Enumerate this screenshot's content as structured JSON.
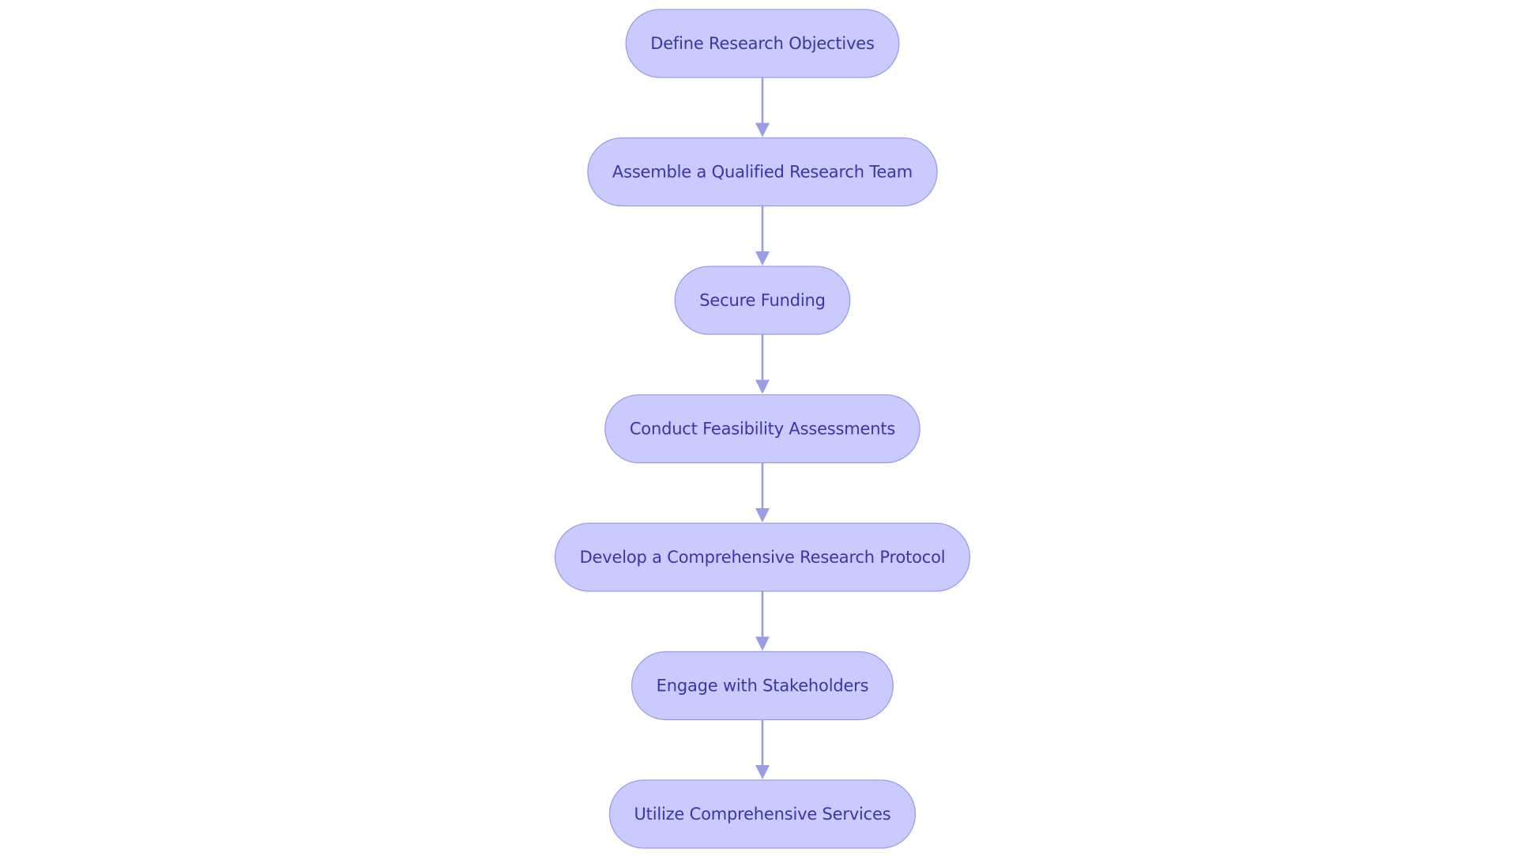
{
  "diagram": {
    "type": "flowchart",
    "direction": "top-to-bottom",
    "colors": {
      "node_fill": "#c9cbff",
      "node_stroke": "#9a9de6",
      "node_text": "#3b35a6",
      "edge": "#9a9de6",
      "background": "#ffffff"
    },
    "nodes": [
      {
        "id": "n1",
        "label": "Define Research Objectives"
      },
      {
        "id": "n2",
        "label": "Assemble a Qualified Research Team"
      },
      {
        "id": "n3",
        "label": "Secure Funding"
      },
      {
        "id": "n4",
        "label": "Conduct Feasibility Assessments"
      },
      {
        "id": "n5",
        "label": "Develop a Comprehensive Research Protocol"
      },
      {
        "id": "n6",
        "label": "Engage with Stakeholders"
      },
      {
        "id": "n7",
        "label": "Utilize Comprehensive Services"
      }
    ],
    "edges": [
      {
        "from": "n1",
        "to": "n2"
      },
      {
        "from": "n2",
        "to": "n3"
      },
      {
        "from": "n3",
        "to": "n4"
      },
      {
        "from": "n4",
        "to": "n5"
      },
      {
        "from": "n5",
        "to": "n6"
      },
      {
        "from": "n6",
        "to": "n7"
      }
    ]
  }
}
